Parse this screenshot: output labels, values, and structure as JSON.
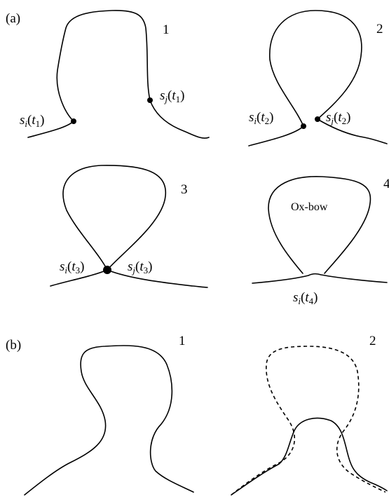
{
  "part_a": {
    "label": "(a)",
    "panels": [
      {
        "number": "1",
        "left_point": {
          "symbol": "s",
          "sub": "i",
          "arg": "t",
          "argsub": "1"
        },
        "right_point": {
          "symbol": "s",
          "sub": "j",
          "arg": "t",
          "argsub": "1"
        }
      },
      {
        "number": "2",
        "left_point": {
          "symbol": "s",
          "sub": "i",
          "arg": "t",
          "argsub": "2"
        },
        "right_point": {
          "symbol": "s",
          "sub": "j",
          "arg": "t",
          "argsub": "2"
        }
      },
      {
        "number": "3",
        "left_point": {
          "symbol": "s",
          "sub": "i",
          "arg": "t",
          "argsub": "3"
        },
        "right_point": {
          "symbol": "s",
          "sub": "j",
          "arg": "t",
          "argsub": "3"
        }
      },
      {
        "number": "4",
        "loop_label": "Ox-bow",
        "point": {
          "symbol": "s",
          "sub": "i",
          "arg": "t",
          "argsub": "4"
        }
      }
    ]
  },
  "part_b": {
    "label": "(b)",
    "panels": [
      {
        "number": "1"
      },
      {
        "number": "2"
      }
    ]
  }
}
